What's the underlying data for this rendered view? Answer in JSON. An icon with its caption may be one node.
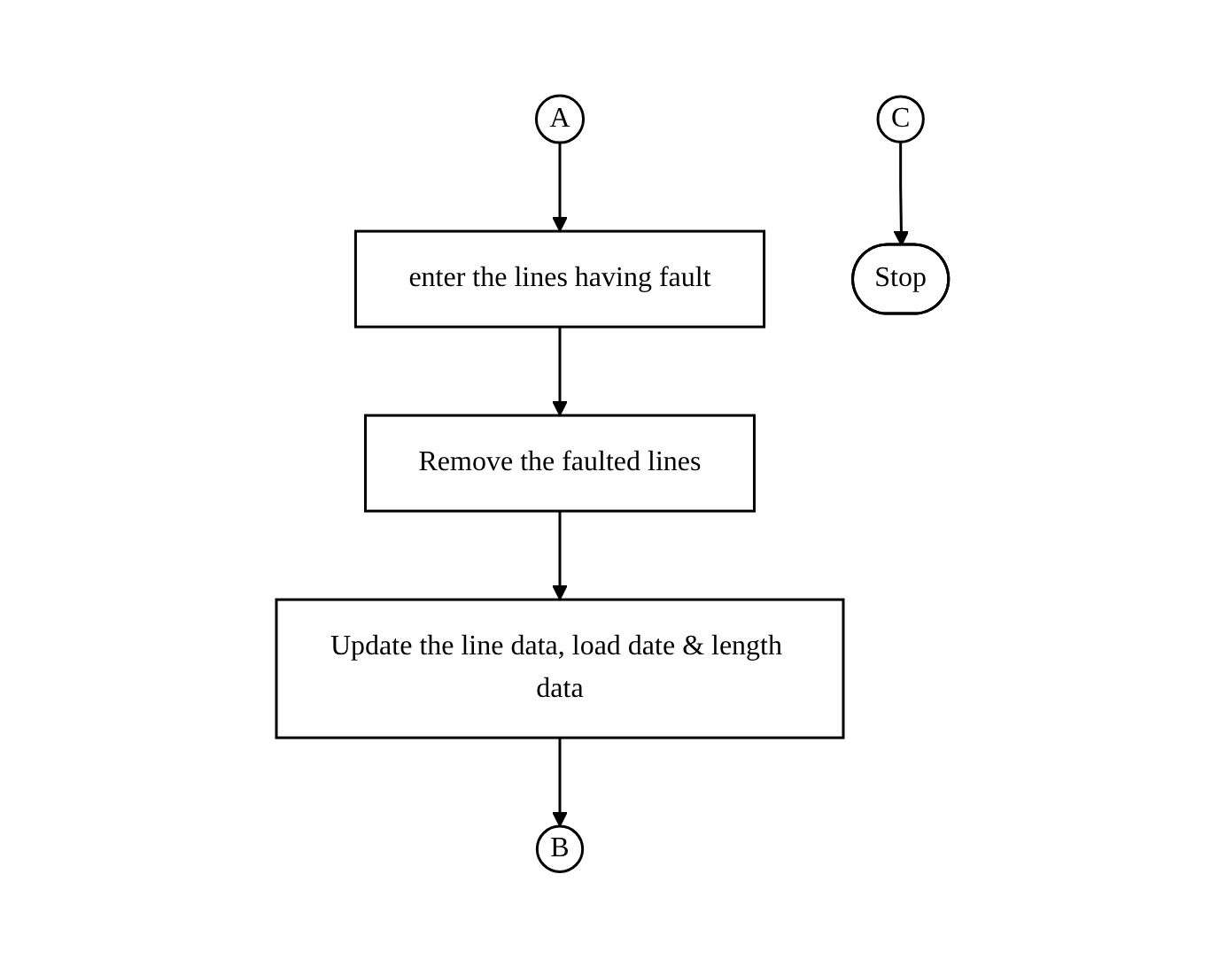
{
  "diagram": {
    "nodes": [
      {
        "text": [
          "B"
        ]
      },
      {
        "text": [
          "A"
        ]
      },
      {
        "text": [
          "C"
        ]
      },
      {
        "text": [
          "enter the lines having fault"
        ]
      },
      {
        "text": [
          "Remove the faulted lines"
        ]
      },
      {
        "text": [
          "Update the line data, load date & length data"
        ]
      },
      {
        "text": [
          "Stop"
        ]
      }
    ],
    "edges": [
      {
        "from": 1,
        "to": 3,
        "arrow": "to"
      },
      {
        "from": 3,
        "to": 4,
        "arrow": "to"
      },
      {
        "from": 4,
        "to": 5,
        "arrow": "to"
      },
      {
        "from": 5,
        "to": 0,
        "arrow": "to"
      },
      {
        "from": 2,
        "to": 6,
        "arrow": "to"
      }
    ]
  }
}
